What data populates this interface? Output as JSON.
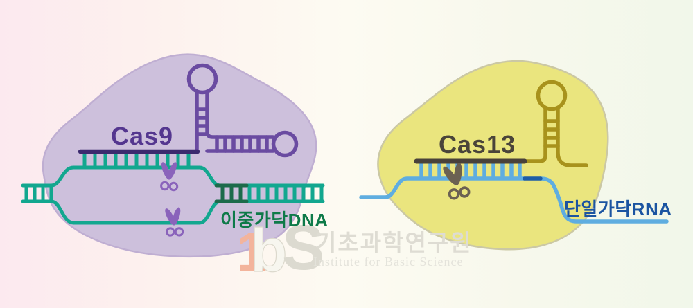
{
  "background": {
    "gradient_left": "#fce9ef",
    "gradient_mid": "#fdfbf2",
    "gradient_right": "#f1f7ea"
  },
  "left_panel": {
    "protein_label": "Cas9",
    "substrate_label": "이중가닥DNA",
    "blob_color": "#cdc0dc",
    "blob_outline_color": "#bfaed2",
    "protein_label_color": "#54368f",
    "sgrna_color": "#6a4ba1",
    "guide_segment_color": "#3b2a6e",
    "dna_color": "#12a78f",
    "pam_segment_color": "#1d6b4b",
    "substrate_label_color": "#0e7a49",
    "scissors_color": "#8a63bb"
  },
  "right_panel": {
    "protein_label": "Cas13",
    "substrate_label": "단일가닥RNA",
    "blob_color": "#eae57e",
    "blob_outline_color": "#cbc8a4",
    "protein_label_color": "#4a443a",
    "crrna_color": "#a8921c",
    "guide_segment_color": "#49413a",
    "rna_color": "#5fade0",
    "tag_segment_color": "#1e5da6",
    "substrate_label_color": "#1b54a1",
    "scissors_color": "#6b6152"
  },
  "watermark": {
    "logo_1": "1",
    "logo_b": "b",
    "logo_s": "S",
    "korean_name": "기초과학연구원",
    "english_name": "Institute for Basic Science"
  }
}
